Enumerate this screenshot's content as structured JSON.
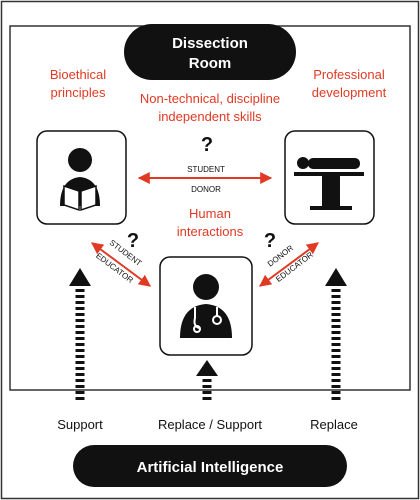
{
  "title_pill": {
    "line1": "Dissection",
    "line2": "Room"
  },
  "labels": {
    "bioethical": [
      "Bioethical",
      "principles"
    ],
    "professional": [
      "Professional",
      "development"
    ],
    "nontechnical": [
      "Non-technical, discipline",
      "independent skills"
    ],
    "human": [
      "Human",
      "interactions"
    ]
  },
  "connectors": {
    "top_upper": "STUDENT",
    "top_lower": "DONOR",
    "left_upper": "STUDENT",
    "left_lower": "EDUCATOR",
    "right_upper": "DONOR",
    "right_lower": "EDUCATOR",
    "question_mark": "?"
  },
  "bottom_labels": {
    "left": "Support",
    "center": "Replace / Support",
    "right": "Replace"
  },
  "ai_pill": "Artificial Intelligence",
  "icons": [
    "student-reading-icon",
    "donor-on-table-icon",
    "educator-doctor-icon"
  ],
  "colors": {
    "accent_red": "#e03a25",
    "dark": "#111111",
    "frame": "#333333"
  }
}
